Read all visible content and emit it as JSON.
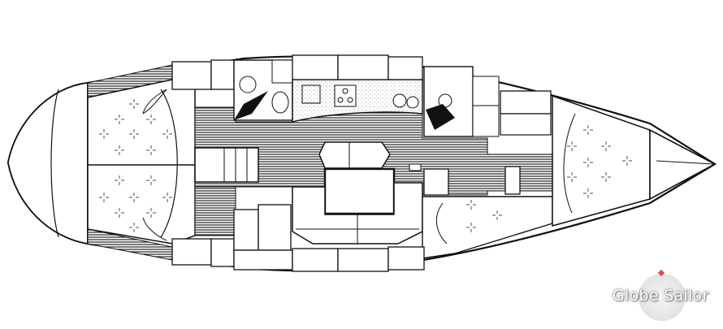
{
  "diagram": {
    "type": "yacht-floor-plan",
    "description": "Sailing yacht interior layout (top view), stern on the left, bow on the right",
    "areas": [
      {
        "id": "stern-cockpit",
        "label": "Stern / transom"
      },
      {
        "id": "aft-cabin",
        "label": "Aft double cabins (port & starboard)"
      },
      {
        "id": "companionway",
        "label": "Companionway steps"
      },
      {
        "id": "galley",
        "label": "Galley (stove, sinks)"
      },
      {
        "id": "saloon",
        "label": "Saloon with table and U-shaped settee"
      },
      {
        "id": "nav-station",
        "label": "Chart table / navigation station"
      },
      {
        "id": "heads",
        "label": "Heads (toilets)"
      },
      {
        "id": "forward-cabin",
        "label": "Forward V-berth cabin"
      },
      {
        "id": "bow",
        "label": "Bow / chain locker"
      }
    ]
  },
  "watermark": {
    "text": "Globe Sailor",
    "accent_color": "#e05050"
  },
  "colors": {
    "line": "#111111",
    "background": "#ffffff",
    "floor_hatch": "#555555"
  }
}
